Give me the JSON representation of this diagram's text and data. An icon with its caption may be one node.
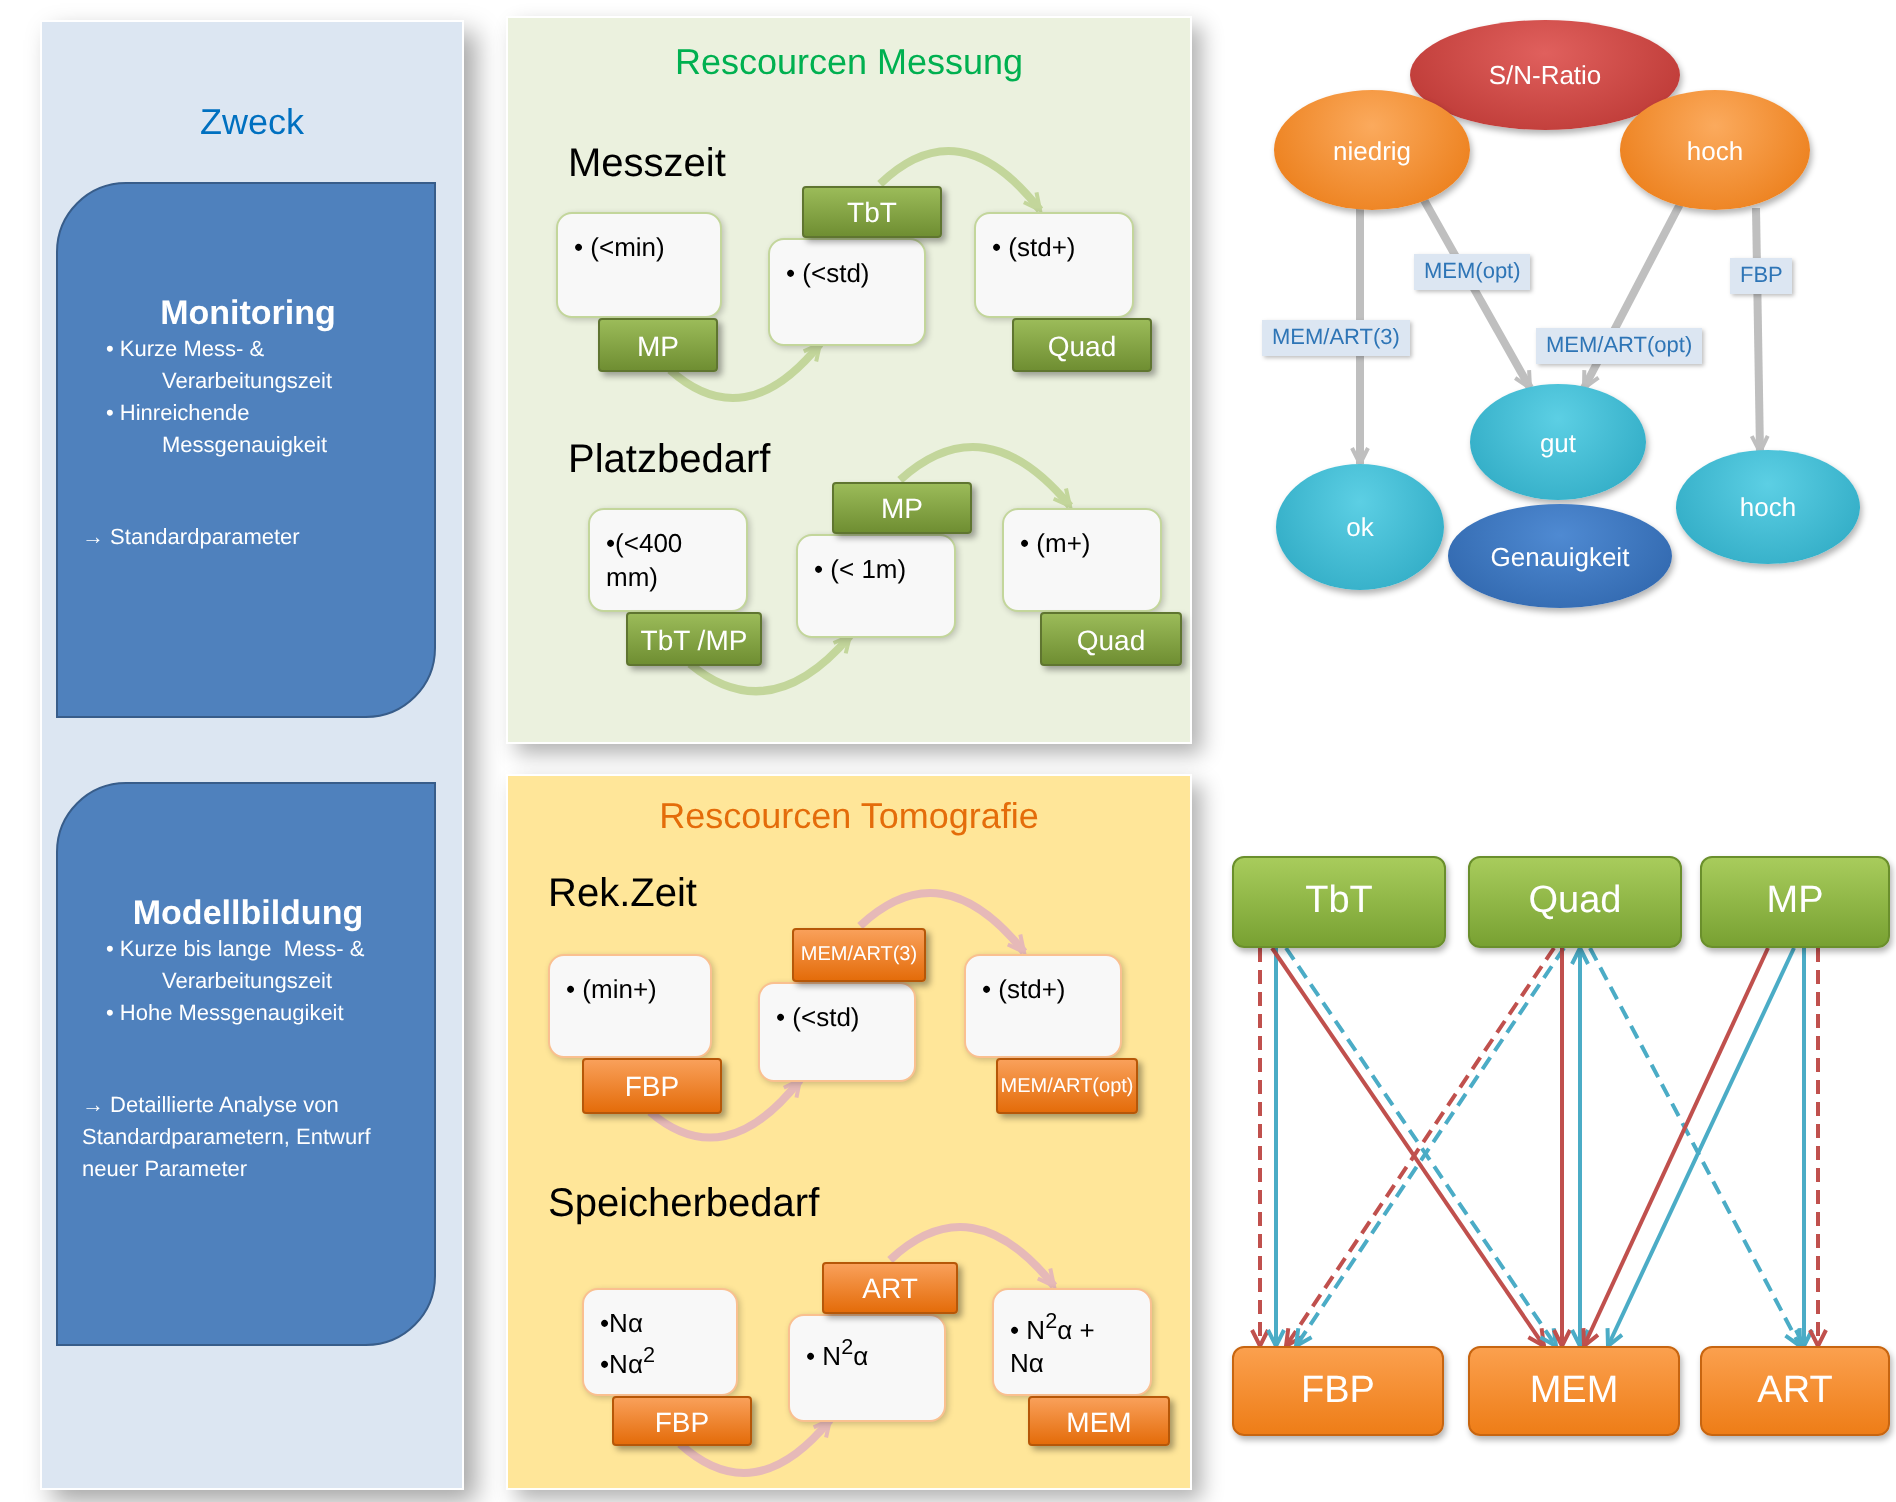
{
  "diagram": {
    "nodes": [
      {
        "text": [
          "Zweck"
        ]
      },
      {
        "text": [
          "Monitoring",
          "• Kurze Mess- & Verarbeitungszeit",
          "• Hinreichende Messgenauigkeit",
          "→ Standardparameter"
        ],
        "in": 0
      },
      {
        "text": [
          "Modellbildung",
          "• Kurze bis lange  Mess- & Verarbeitungszeit",
          "• Hohe Messgenaugikeit",
          "→ Detaillierte Analyse von Standardparametern, Entwurf neuer Parameter"
        ],
        "in": 0
      },
      {
        "text": [
          "Rescourcen Messung",
          "Messzeit",
          "Platzbedarf"
        ]
      },
      {
        "text": [
          "• (<min)"
        ],
        "in": 3
      },
      {
        "text": [
          "MP"
        ],
        "in": 3
      },
      {
        "text": [
          "• (<std)"
        ],
        "in": 3
      },
      {
        "text": [
          "TbT"
        ],
        "in": 3
      },
      {
        "text": [
          "• (std+)"
        ],
        "in": 3
      },
      {
        "text": [
          "Quad"
        ],
        "in": 3
      },
      {
        "text": [
          "•(<400 mm)"
        ],
        "in": 3
      },
      {
        "text": [
          "TbT /MP"
        ],
        "in": 3
      },
      {
        "text": [
          "• (< 1m)"
        ],
        "in": 3
      },
      {
        "text": [
          "MP"
        ],
        "in": 3
      },
      {
        "text": [
          "• (m+)"
        ],
        "in": 3
      },
      {
        "text": [
          "Quad"
        ],
        "in": 3
      },
      {
        "text": [
          "Rescourcen Tomografie",
          "Rek.Zeit",
          "Speicherbedarf"
        ]
      },
      {
        "text": [
          "• (min+)"
        ],
        "in": 16
      },
      {
        "text": [
          "FBP"
        ],
        "in": 16
      },
      {
        "text": [
          "• (<std)"
        ],
        "in": 16
      },
      {
        "text": [
          "MEM/ART(3)"
        ],
        "in": 16
      },
      {
        "text": [
          "• (std+)"
        ],
        "in": 16
      },
      {
        "text": [
          "MEM/ART(opt)"
        ],
        "in": 16
      },
      {
        "text": [
          "•Nα",
          "•Nα$^{2}$"
        ],
        "in": 16
      },
      {
        "text": [
          "FBP"
        ],
        "in": 16
      },
      {
        "text": [
          "• N$^{2}$α"
        ],
        "in": 16
      },
      {
        "text": [
          "ART"
        ],
        "in": 16
      },
      {
        "text": [
          "• N$^{2}$α + Nα"
        ],
        "in": 16
      },
      {
        "text": [
          "MEM"
        ],
        "in": 16
      },
      {
        "text": [
          "S/N-Ratio"
        ]
      },
      {
        "text": [
          "niedrig"
        ]
      },
      {
        "text": [
          "hoch"
        ]
      },
      {
        "text": [
          "gut"
        ]
      },
      {
        "text": [
          "ok"
        ]
      },
      {
        "text": [
          "Genauigkeit"
        ]
      },
      {
        "text": [
          "hoch"
        ]
      },
      {
        "text": [
          "TbT"
        ]
      },
      {
        "text": [
          "Quad"
        ]
      },
      {
        "text": [
          "MP"
        ]
      },
      {
        "text": [
          "FBP"
        ]
      },
      {
        "text": [
          "MEM"
        ]
      },
      {
        "text": [
          "ART"
        ]
      }
    ],
    "edges": [
      {
        "from": 5,
        "to": 6,
        "arrow": "to",
        "style": "thick",
        "color": "#c3d69b"
      },
      {
        "from": 7,
        "to": 8,
        "arrow": "to",
        "style": "thick",
        "color": "#c3d69b"
      },
      {
        "from": 11,
        "to": 12,
        "arrow": "to",
        "style": "thick",
        "color": "#c3d69b"
      },
      {
        "from": 13,
        "to": 14,
        "arrow": "to",
        "style": "thick",
        "color": "#c3d69b"
      },
      {
        "from": 18,
        "to": 19,
        "arrow": "to",
        "style": "thick",
        "color": "#e6b9b8"
      },
      {
        "from": 20,
        "to": 21,
        "arrow": "to",
        "style": "thick",
        "color": "#e6b9b8"
      },
      {
        "from": 24,
        "to": 25,
        "arrow": "to",
        "style": "thick",
        "color": "#e6b9b8"
      },
      {
        "from": 26,
        "to": 27,
        "arrow": "to",
        "style": "thick",
        "color": "#e6b9b8"
      },
      {
        "from": 30,
        "to": 33,
        "arrow": "to",
        "label": "MEM/ART(3)",
        "style": "thick",
        "color": "#bfbfbf"
      },
      {
        "from": 30,
        "to": 32,
        "arrow": "to",
        "label": "MEM(opt)",
        "style": "thick",
        "color": "#bfbfbf"
      },
      {
        "from": 31,
        "to": 32,
        "arrow": "to",
        "label": "MEM/ART(opt)",
        "style": "thick",
        "color": "#bfbfbf"
      },
      {
        "from": 31,
        "to": 35,
        "arrow": "to",
        "label": "FBP",
        "style": "thick",
        "color": "#bfbfbf"
      },
      {
        "from": 36,
        "to": 39,
        "arrow": "to",
        "style": "dashed",
        "color": "#c0504d"
      },
      {
        "from": 36,
        "to": 39,
        "arrow": "to"
      },
      {
        "from": 36,
        "to": 40,
        "arrow": "to",
        "color": "#c0504d"
      },
      {
        "from": 36,
        "to": 40,
        "arrow": "to",
        "style": "dashed"
      },
      {
        "from": 37,
        "to": 39,
        "arrow": "to",
        "style": "dashed",
        "color": "#c0504d"
      },
      {
        "from": 37,
        "to": 39,
        "arrow": "to",
        "style": "dashed"
      },
      {
        "from": 37,
        "to": 40,
        "arrow": "to",
        "color": "#c0504d"
      },
      {
        "from": 37,
        "to": 40,
        "arrow": "both"
      },
      {
        "from": 37,
        "to": 41,
        "arrow": "to",
        "style": "dashed"
      },
      {
        "from": 38,
        "to": 40,
        "arrow": "to",
        "color": "#c0504d"
      },
      {
        "from": 38,
        "to": 40,
        "arrow": "to"
      },
      {
        "from": 38,
        "to": 41,
        "arrow": "to"
      },
      {
        "from": 38,
        "to": 41,
        "arrow": "to",
        "style": "dashed",
        "color": "#c0504d"
      }
    ]
  }
}
